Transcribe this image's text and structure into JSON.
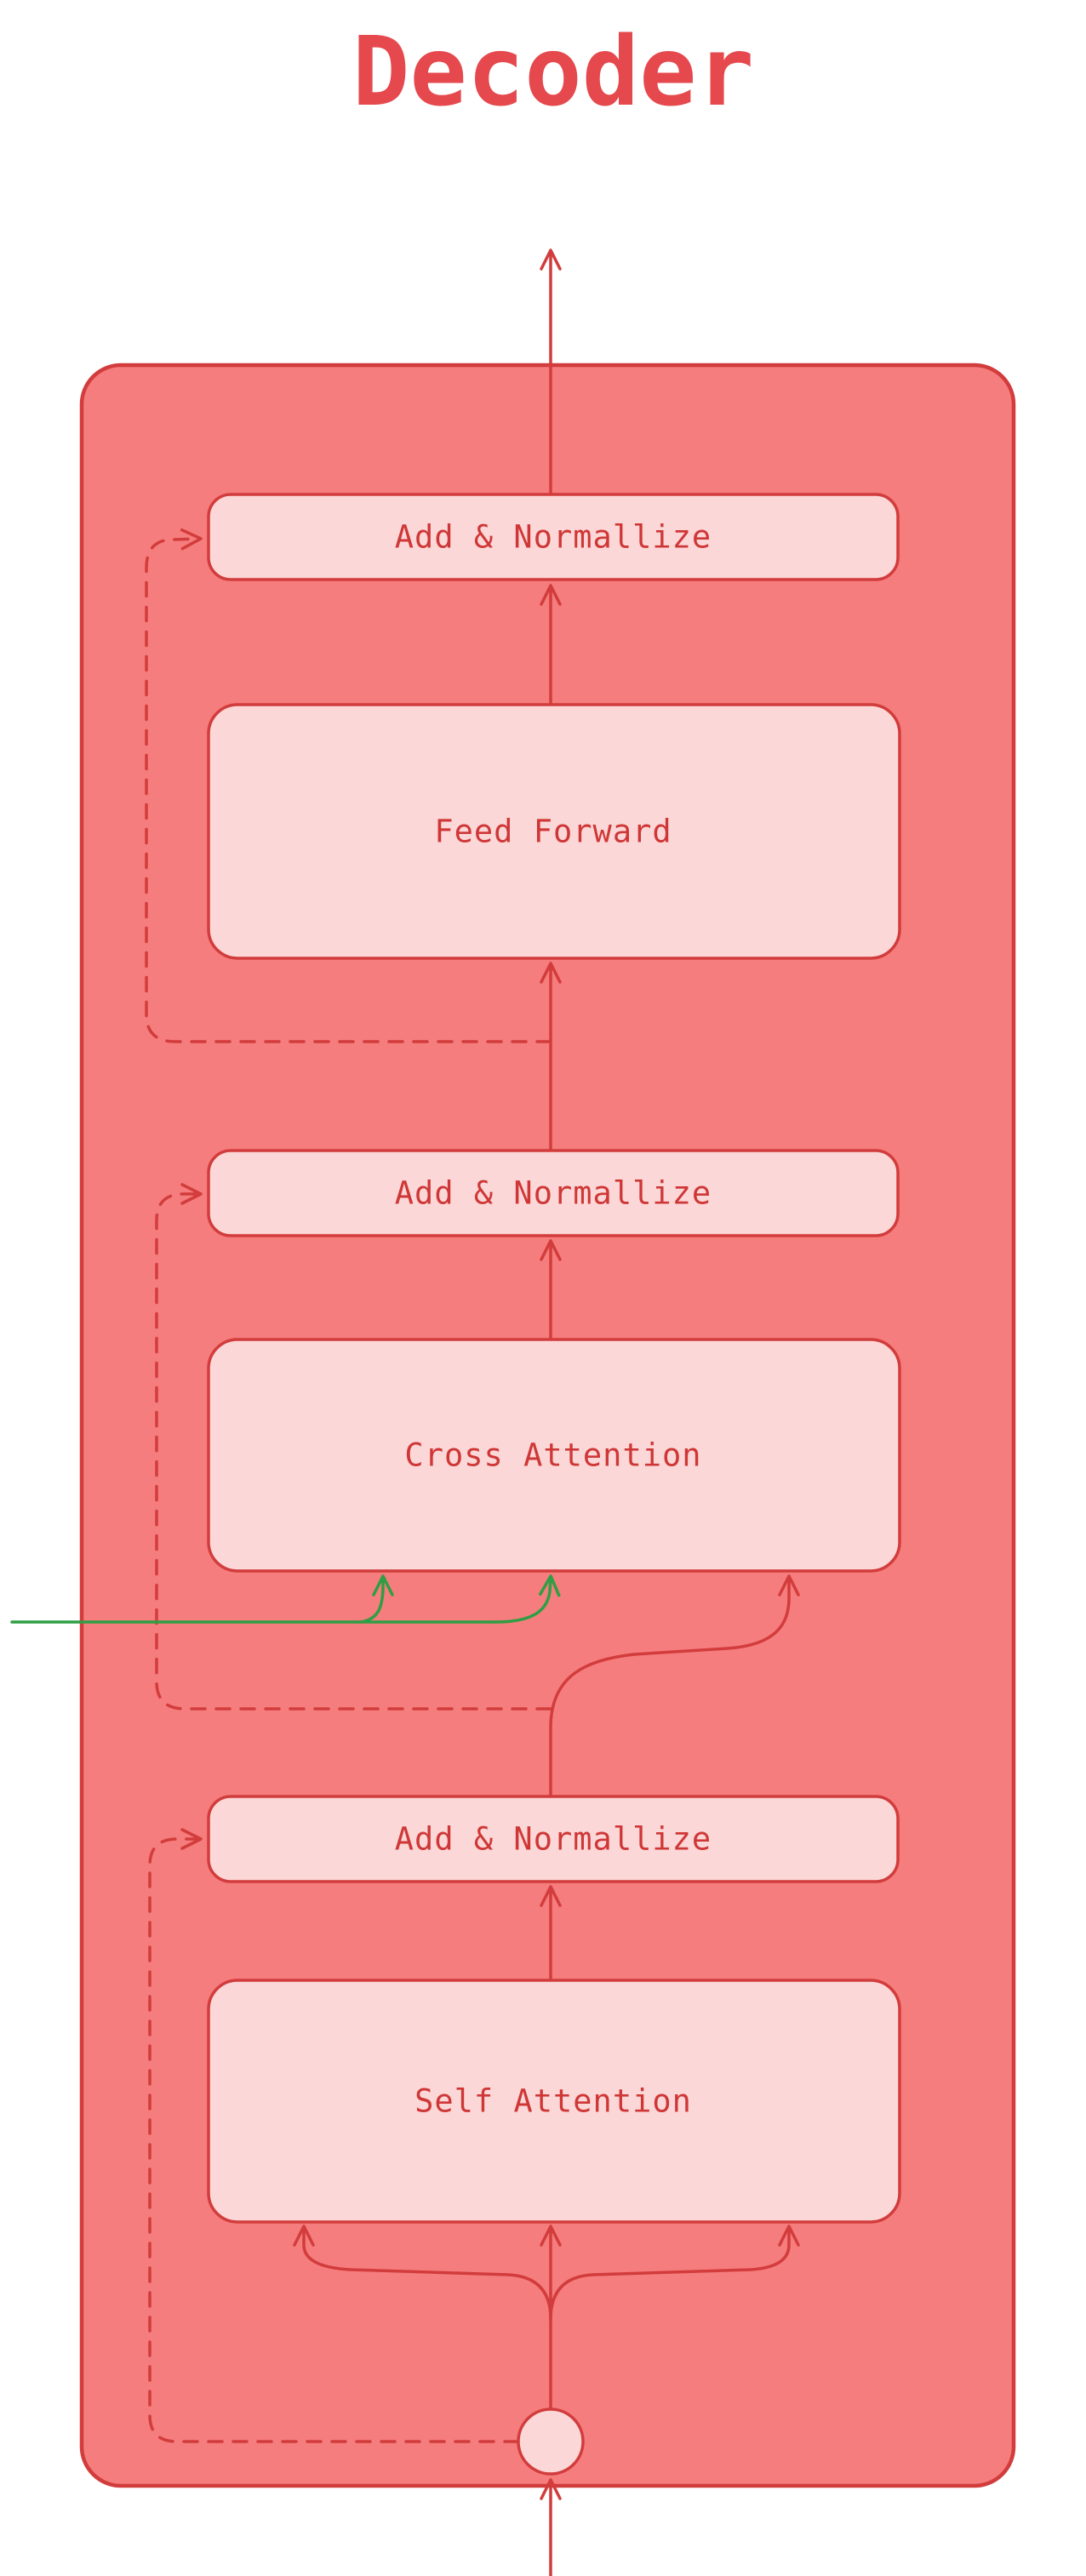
{
  "title": "Decoder",
  "colors": {
    "background": "#ffffff",
    "container_fill": "#f67d7d",
    "container_border": "#d23c3c",
    "node_fill": "#fcd7d7",
    "node_border": "#d23c3c",
    "arrow_red": "#d23c3c",
    "arrow_green": "#2f9e44",
    "title": "#e5484d",
    "label": "#cf3737"
  },
  "nodes": {
    "add_normalize_top": {
      "label": "Add & Normallize"
    },
    "feed_forward": {
      "label": "Feed Forward"
    },
    "add_normalize_mid": {
      "label": "Add & Normallize"
    },
    "cross_attention": {
      "label": "Cross Attention"
    },
    "add_normalize_bottom": {
      "label": "Add & Normallize"
    },
    "self_attention": {
      "label": "Self Attention"
    }
  }
}
